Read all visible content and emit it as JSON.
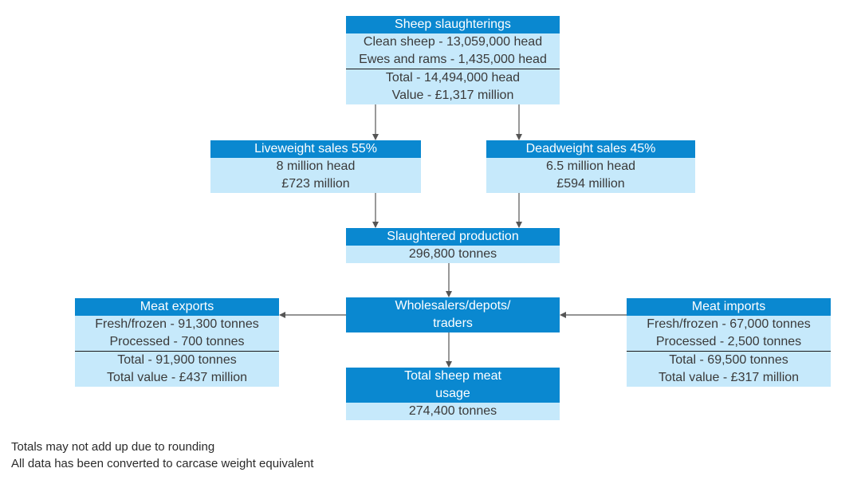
{
  "slaughterings": {
    "title": "Sheep slaughterings",
    "line1": "Clean sheep - 13,059,000 head",
    "line2": "Ewes and rams - 1,435,000 head",
    "total": "Total - 14,494,000 head",
    "value": "Value - £1,317 million"
  },
  "liveweight": {
    "title": "Liveweight sales 55%",
    "line1": "8 million head",
    "line2": "£723 million"
  },
  "deadweight": {
    "title": "Deadweight sales 45%",
    "line1": "6.5 million head",
    "line2": "£594 million"
  },
  "production": {
    "title": "Slaughtered production",
    "line1": "296,800 tonnes"
  },
  "wholesale": {
    "line1": "Wholesalers/depots/",
    "line2": "traders"
  },
  "exports": {
    "title": "Meat exports",
    "line1": "Fresh/frozen - 91,300 tonnes",
    "line2": "Processed - 700 tonnes",
    "total": "Total - 91,900 tonnes",
    "value": "Total value - £437 million"
  },
  "imports": {
    "title": "Meat imports",
    "line1": "Fresh/frozen - 67,000 tonnes",
    "line2": "Processed - 2,500 tonnes",
    "total": "Total - 69,500 tonnes",
    "value": "Total value - £317 million"
  },
  "usage": {
    "title1": "Total sheep meat",
    "title2": "usage",
    "line1": "274,400 tonnes"
  },
  "footnotes": {
    "note1": "Totals may not add up due to rounding",
    "note2": "All data has been converted to carcase weight equivalent"
  },
  "colors": {
    "header": "#0a88d0",
    "body": "#c6e9fb",
    "arrow": "#555555"
  }
}
